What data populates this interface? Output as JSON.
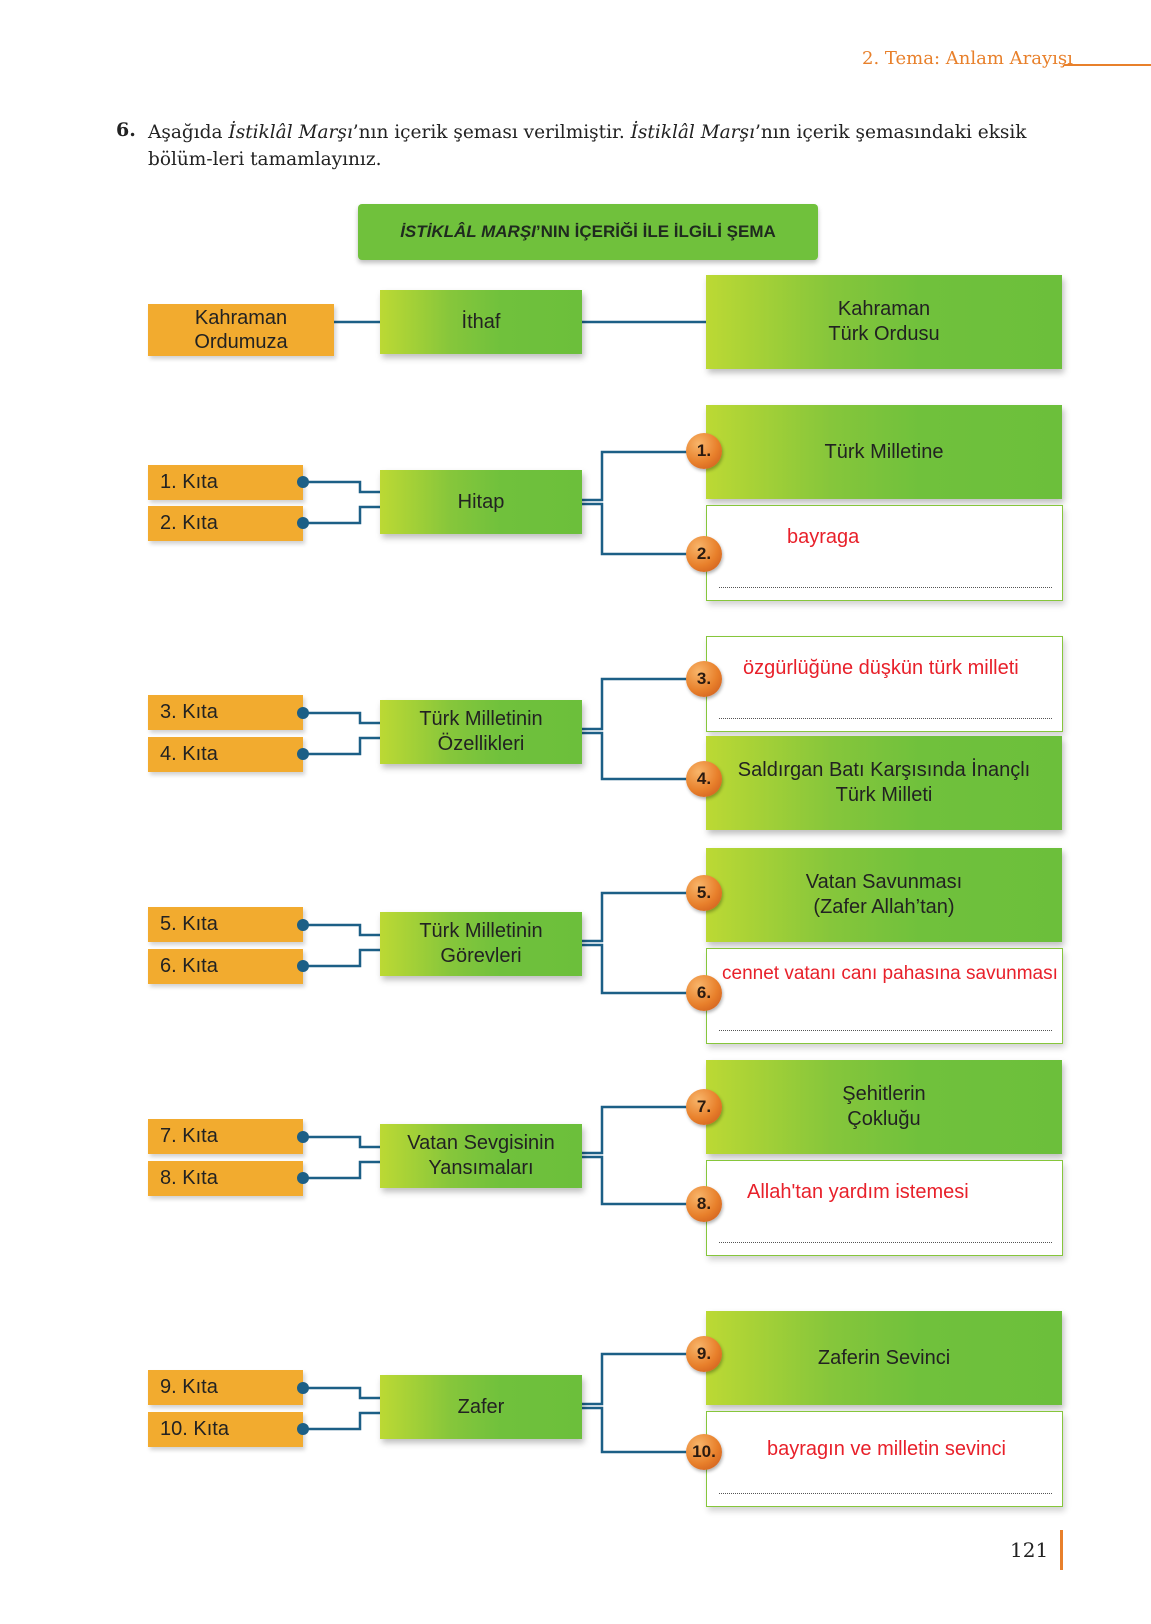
{
  "header": {
    "theme": "2. Tema: Anlam Arayışı",
    "accent": "#e8802b"
  },
  "question": {
    "number": "6.",
    "text_1": "Aşağıda ",
    "italic_1": "İstiklâl Marşı",
    "text_2": "’nın içerik şeması verilmiştir. ",
    "italic_2": "İstiklâl Marşı",
    "text_3": "’nın içerik şemasındaki eksik bölüm-leri tamamlayınız."
  },
  "diagram": {
    "title_italic": "İSTİKLÂL MARŞI",
    "title_rest": "’NIN İÇERİĞİ İLE İLGİLİ ŞEMA",
    "ithaf": {
      "left": "Kahraman Ordumuza",
      "center": "İthaf",
      "right": "Kahraman Türk Ordusu"
    },
    "groups": [
      {
        "stanzas": [
          "1. Kıta",
          "2. Kıta"
        ],
        "center": "Hitap",
        "items": [
          {
            "num": "1.",
            "text": "Türk Milletine",
            "filled": true
          },
          {
            "num": "2.",
            "text": "bayraga",
            "filled": false
          }
        ]
      },
      {
        "stanzas": [
          "3. Kıta",
          "4. Kıta"
        ],
        "center": "Türk Milletinin Özellikleri",
        "items": [
          {
            "num": "3.",
            "text": "özgürlüğüne düşkün türk milleti",
            "filled": false
          },
          {
            "num": "4.",
            "text": "Saldırgan Batı Karşısında İnançlı Türk Milleti",
            "filled": true
          }
        ]
      },
      {
        "stanzas": [
          "5. Kıta",
          "6. Kıta"
        ],
        "center": "Türk Milletinin Görevleri",
        "items": [
          {
            "num": "5.",
            "text": "Vatan Savunması (Zafer Allah’tan)",
            "filled": true
          },
          {
            "num": "6.",
            "text": "cennet vatanı canı pahasına savunması",
            "filled": false
          }
        ]
      },
      {
        "stanzas": [
          "7. Kıta",
          "8. Kıta"
        ],
        "center": "Vatan Sevgisinin Yansımaları",
        "items": [
          {
            "num": "7.",
            "text": "Şehitlerin Çokluğu",
            "filled": true
          },
          {
            "num": "8.",
            "text": "Allah'tan yardım istemesi",
            "filled": false
          }
        ]
      },
      {
        "stanzas": [
          "9. Kıta",
          "10. Kıta"
        ],
        "center": "Zafer",
        "items": [
          {
            "num": "9.",
            "text": "Zaferin Sevinci",
            "filled": true
          },
          {
            "num": "10.",
            "text": "bayragın ve milletin sevinci",
            "filled": false
          }
        ]
      }
    ]
  },
  "page_number": "121",
  "colors": {
    "green": "#70c13c",
    "orange_box": "#f2ab2f",
    "connector": "#1c5f86",
    "answer_red": "#e8202a"
  }
}
